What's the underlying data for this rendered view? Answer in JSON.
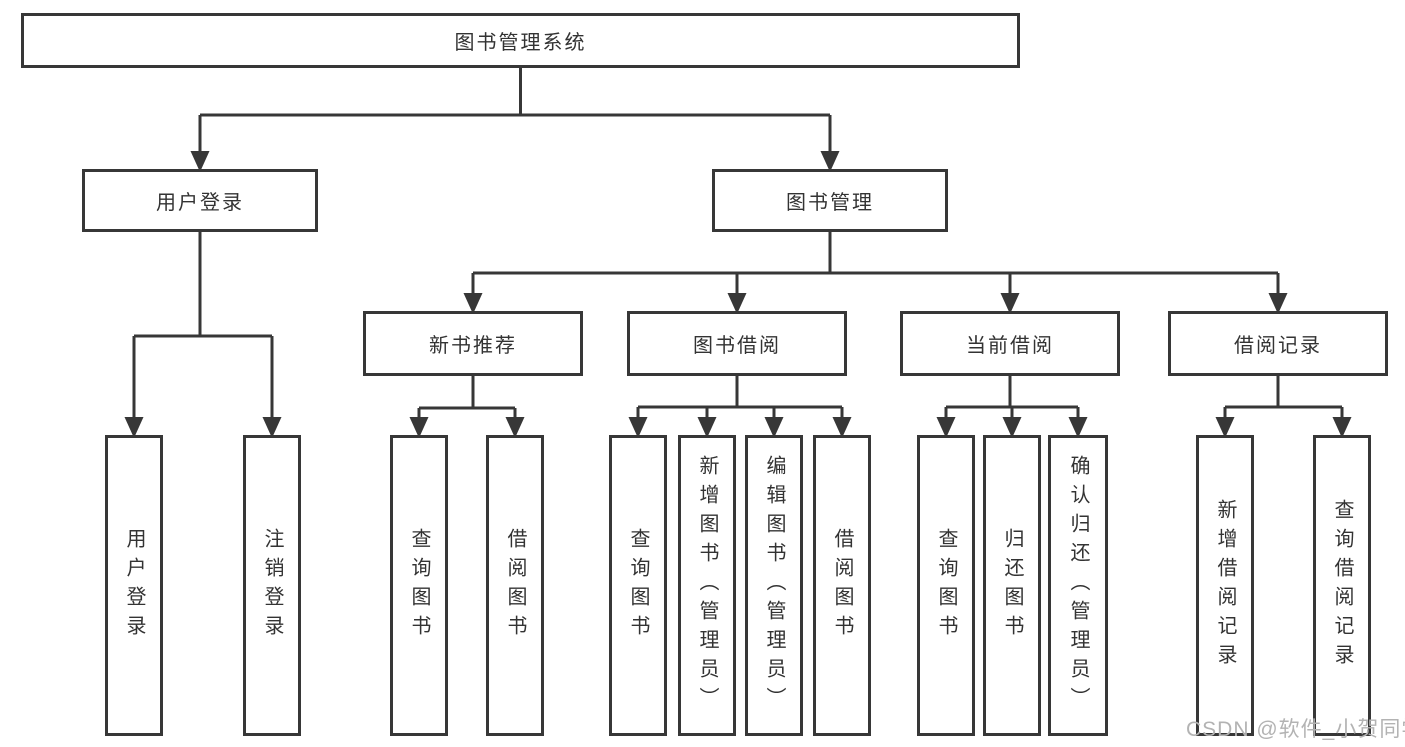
{
  "diagram": {
    "root": {
      "label": "图书管理系统",
      "children": [
        {
          "label": "用户登录",
          "children": [
            {
              "label": "用户登录"
            },
            {
              "label": "注销登录"
            }
          ]
        },
        {
          "label": "图书管理",
          "children": [
            {
              "label": "新书推荐",
              "children": [
                {
                  "label": "查询图书"
                },
                {
                  "label": "借阅图书"
                }
              ]
            },
            {
              "label": "图书借阅",
              "children": [
                {
                  "label": "查询图书"
                },
                {
                  "label": "新增图书（管理员）"
                },
                {
                  "label": "编辑图书（管理员）"
                },
                {
                  "label": "借阅图书"
                }
              ]
            },
            {
              "label": "当前借阅",
              "children": [
                {
                  "label": "查询图书"
                },
                {
                  "label": "归还图书"
                },
                {
                  "label": "确认归还（管理员）"
                }
              ]
            },
            {
              "label": "借阅记录",
              "children": [
                {
                  "label": "新增借阅记录"
                },
                {
                  "label": "查询借阅记录"
                }
              ]
            }
          ]
        }
      ]
    },
    "watermark": "CSDN @软件_小贺同学",
    "line_color": "#373737"
  }
}
